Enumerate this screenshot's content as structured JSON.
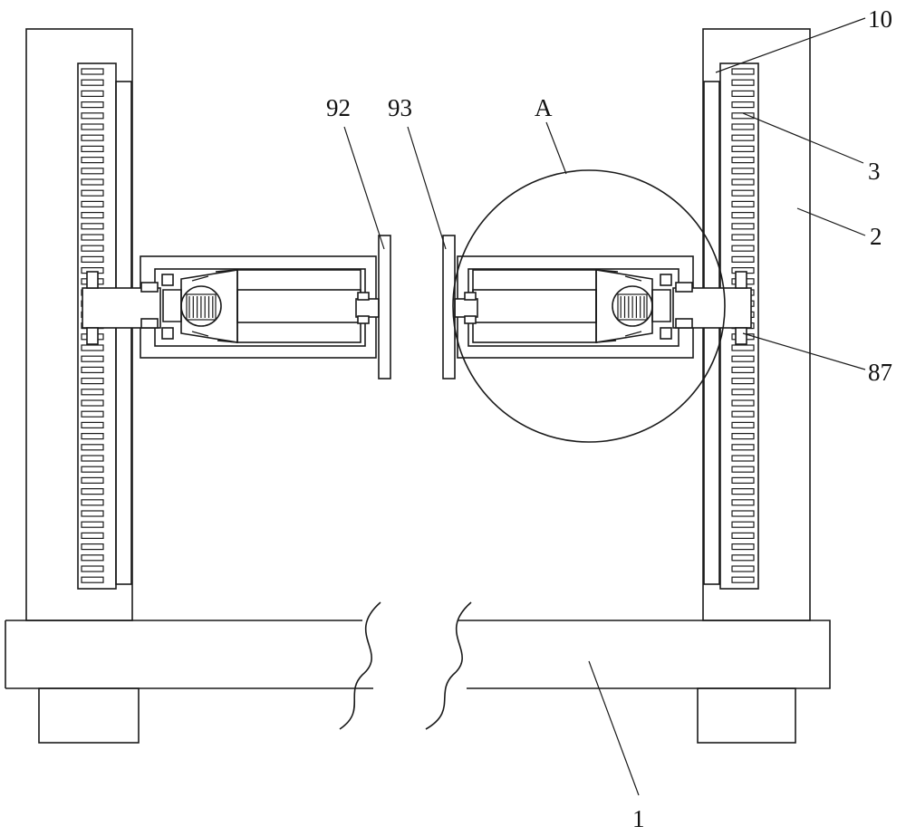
{
  "labels": {
    "part_10": "10",
    "part_3": "3",
    "part_2": "2",
    "part_87": "87",
    "part_1": "1",
    "part_92": "92",
    "part_93": "93",
    "detail_A": "A"
  }
}
